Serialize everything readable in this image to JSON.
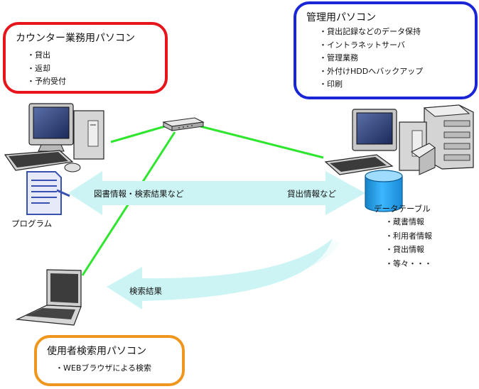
{
  "colors": {
    "counter": "#e8141b",
    "admin": "#1a26d6",
    "user": "#f0961e",
    "network": "#2ee62e",
    "flow": "#ccf4f4",
    "db": "#1ea2f0"
  },
  "boxes": {
    "counter": {
      "title": "カウンター業務用パソコン",
      "items": [
        "貸出",
        "返却",
        "予約受付"
      ]
    },
    "admin": {
      "title": "管理用パソコン",
      "items": [
        "貸出記録などのデータ保持",
        "イントラネットサーバ",
        "管理業務",
        "外付けHDDへバックアップ",
        "印刷"
      ]
    },
    "user": {
      "title": "使用者検索用パソコン",
      "items": [
        "WEBブラウザによる検索"
      ]
    }
  },
  "labels": {
    "program": "プログラム",
    "flow_to_counter": "図書情報・検索結果など",
    "flow_to_admin": "貸出情報など",
    "flow_to_user": "検索結果"
  },
  "database": {
    "title": "データテーブル",
    "items": [
      "蔵書情報",
      "利用者情報",
      "貸出情報",
      "等々・・・"
    ]
  },
  "icons": {
    "counter_pc": "desktop-computer-icon",
    "admin_pc": "desktop-computer-icon",
    "printer": "printer-icon",
    "external_hdd": "external-hdd-icon",
    "hub": "network-hub-icon",
    "laptop": "laptop-icon",
    "document": "document-icon",
    "database": "database-icon"
  }
}
